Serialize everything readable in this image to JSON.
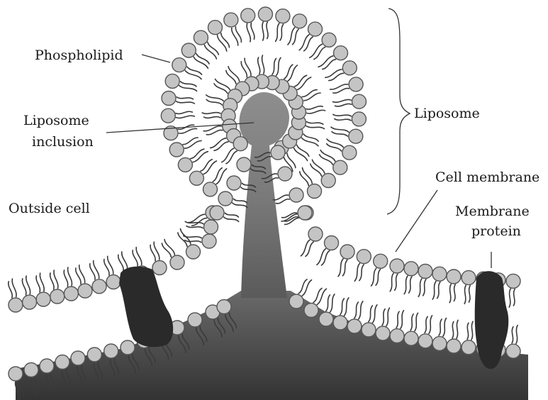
{
  "labels": {
    "phospholipid": "Phospholipid",
    "liposome_inclusion_line1": "Liposome",
    "liposome_inclusion_line2": "inclusion",
    "liposome": "Liposome",
    "outside_cell": "Outside cell",
    "cell_membrane": "Cell membrane",
    "membrane_protein_line1": "Membrane",
    "membrane_protein_line2": "protein"
  },
  "colors": {
    "head_fill": "#c4c4c4",
    "head_stroke": "#555555",
    "tail": "#3a3a3a",
    "protein": "#2a2a2a",
    "inclusion_light": "#8c8c8c",
    "inclusion_dark": "#3c3c3c",
    "leader_line": "#333333"
  }
}
